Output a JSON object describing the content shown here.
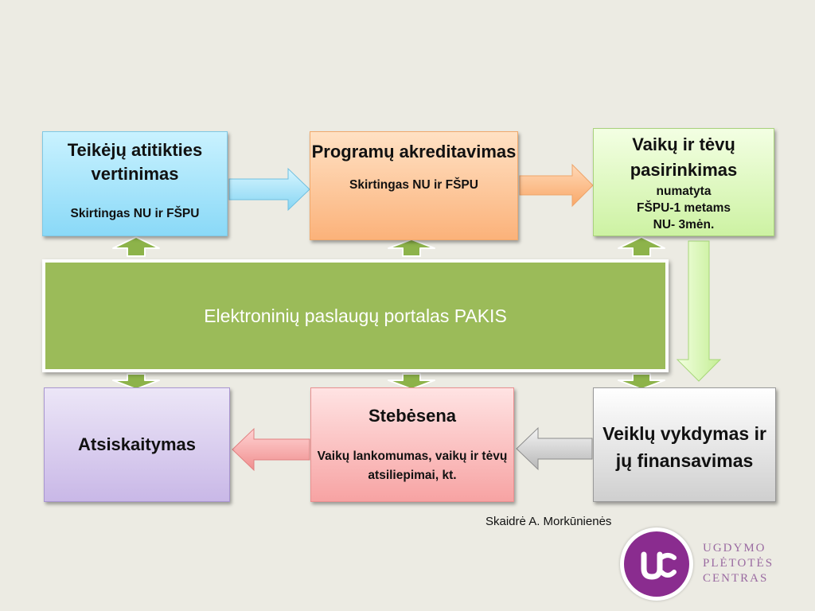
{
  "boxes": {
    "teikeju": {
      "title": "Teikėjų atitikties vertinimas",
      "note": "Skirtingas NU ir FŠPU"
    },
    "programu": {
      "title": "Programų akreditavimas",
      "note": "Skirtingas NU ir FŠPU"
    },
    "vaiku": {
      "title": "Vaikų ir tėvų pasirinkimas",
      "note1": "numatyta",
      "note2": "FŠPU-1 metams",
      "note3": "NU- 3mėn."
    },
    "pakis": {
      "title": "Elektroninių paslaugų portalas PAKIS"
    },
    "atsiskaitymas": {
      "title": "Atsiskaitymas"
    },
    "stebesena": {
      "title": "Stebėsena",
      "note": "Vaikų lankomumas, vaikų ir tėvų atsiliepimai, kt."
    },
    "veiklu": {
      "title": "Veiklų vykdymas ir jų finansavimas"
    }
  },
  "credit": "Skaidrė  A. Morkūnienės",
  "logo": {
    "line1": "UGDYMO",
    "line2": "PLĖTOTĖS",
    "line3": "CENTRAS",
    "icon": "upc-logo-icon"
  },
  "colors": {
    "blue_box": "#8ad9f7",
    "orange_box": "#fbb27a",
    "green_box": "#cdf2a3",
    "portal": "#9bbb59",
    "purple_box": "#c9b8e7",
    "red_box": "#f7a3a3",
    "gray_box": "#cfcfcf",
    "logo_purple": "#8a2c8f"
  }
}
